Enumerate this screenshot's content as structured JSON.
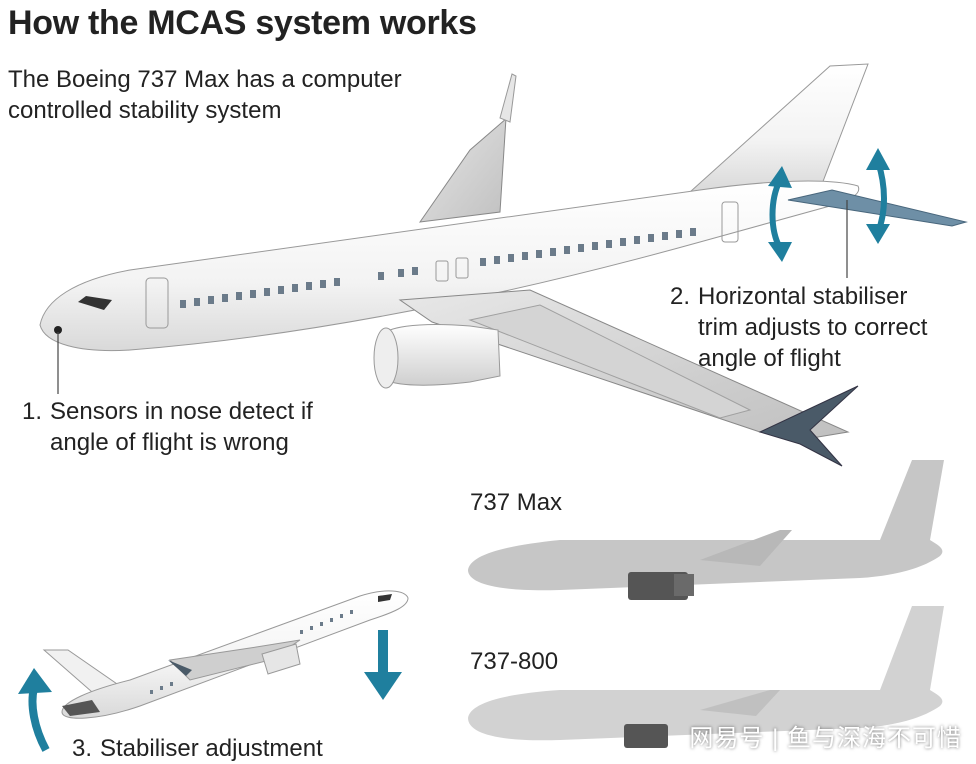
{
  "title": "How the MCAS system works",
  "subtitle": "The Boeing 737 Max has a computer controlled stability system",
  "labels": {
    "one_num": "1.",
    "one_line1": "Sensors in nose detect if",
    "one_line2": "angle of flight is wrong",
    "two_num": "2.",
    "two_line1": "Horizontal stabiliser",
    "two_line2": "trim adjusts to correct",
    "two_line3": "angle of flight",
    "three_num": "3.",
    "three_line1": "Stabiliser adjustment"
  },
  "silhouettes": {
    "max_label": "737 Max",
    "classic_label": "737-800"
  },
  "watermark": "网易号 | 鱼与深海不可惜",
  "colors": {
    "accent": "#1f7f9e",
    "fuselage": "#f4f4f4",
    "outline": "#9a9a9a",
    "silhouette_max": "#c6c6c6",
    "silhouette_800": "#d2d2d2",
    "engine": "#555555"
  },
  "icons": [
    "double-arrow-up-down-icon",
    "arrow-up-icon",
    "arrow-down-icon"
  ]
}
